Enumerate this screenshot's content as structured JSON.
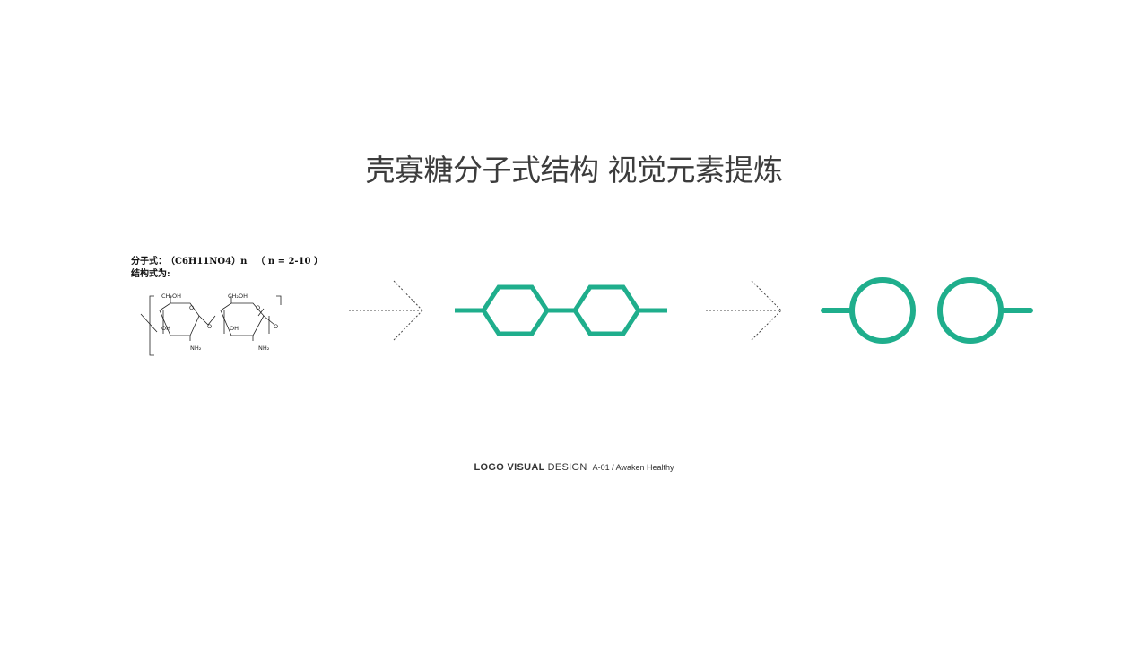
{
  "title": "壳寡糖分子式结构  视觉元素提炼",
  "formula": {
    "label": "分子式：",
    "value": "（C6H11NO4）n",
    "n_condition": "（ n = 2-10 ）",
    "structure_label": "结构式为:"
  },
  "chem_labels": {
    "ch2oh": "CH₂OH",
    "oh": "OH",
    "nh2": "NH₂",
    "o": "O"
  },
  "colors": {
    "accent": "#1fae8c",
    "title": "#3c3c3c",
    "arrow": "#444444"
  },
  "icons": [
    "dashed-arrow-icon",
    "hexagon-chain-icon",
    "dashed-arrow-icon",
    "circle-chain-icon"
  ],
  "footer": {
    "bold": "LOGO VISUAL",
    "normal": "DESIGN",
    "sub": "A-01 / Awaken Healthy"
  }
}
